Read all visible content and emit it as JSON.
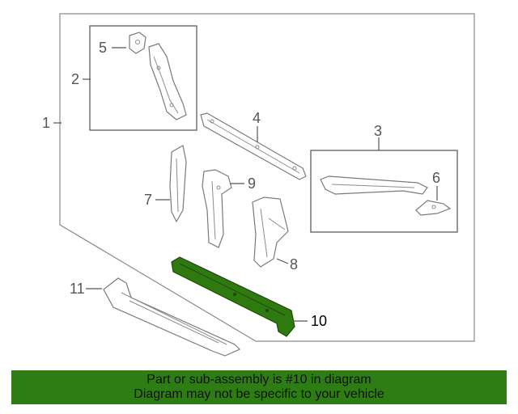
{
  "diagram": {
    "callouts": {
      "c1": "1",
      "c2": "2",
      "c3": "3",
      "c4": "4",
      "c5": "5",
      "c6": "6",
      "c7": "7",
      "c8": "8",
      "c9": "9",
      "c10": "10",
      "c11": "11"
    }
  },
  "banner": {
    "line1": "Part or sub-assembly is #10 in diagram",
    "line2": "Diagram may not be specific to your vehicle"
  },
  "colors": {
    "banner_bg": "#2e7d14",
    "highlight_part": "#2f7a10",
    "line": "#7a7a7a"
  }
}
